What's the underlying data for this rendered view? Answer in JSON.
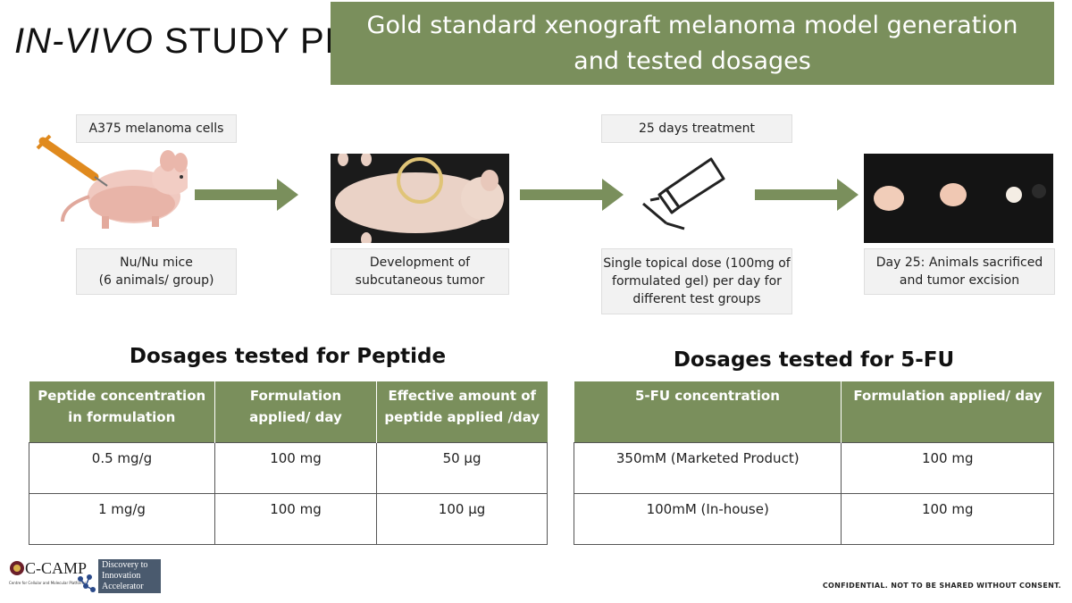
{
  "header": {
    "title_italic": "IN-VIVO",
    "title_rest": " STUDY PLAN",
    "banner_text": "Gold standard xenograft melanoma model generation and tested dosages"
  },
  "workflow": {
    "top_label_cells": "A375 melanoma cells",
    "top_label_treatment": "25 days treatment",
    "step1": "Nu/Nu mice\n(6 animals/ group)",
    "step2": "Development of subcutaneous tumor",
    "step3": "Single topical dose (100mg of formulated gel) per day for different test groups",
    "step4": "Day 25: Animals sacrificed and tumor excision"
  },
  "peptide_section": {
    "title": "Dosages tested for Peptide",
    "headers": [
      "Peptide concentration in formulation",
      "Formulation applied/ day",
      "Effective amount of peptide applied /day"
    ],
    "rows": [
      [
        "0.5 mg/g",
        "100 mg",
        "50 µg"
      ],
      [
        "1 mg/g",
        "100 mg",
        "100 µg"
      ]
    ]
  },
  "fu_section": {
    "title": "Dosages tested for 5-FU",
    "headers": [
      "5-FU  concentration",
      "Formulation  applied/ day"
    ],
    "rows": [
      [
        "350mM (Marketed Product)",
        "100 mg"
      ],
      [
        "100mM (In-house)",
        "100 mg"
      ]
    ]
  },
  "footer": {
    "logo_text": "C-CAMP",
    "logo_subtext": "Centre for Cellular and Molecular Platforms",
    "dia_line1": "Discovery to",
    "dia_line2": "Innovation",
    "dia_line3": "Accelerator",
    "confidential": "CONFIDENTIAL.  NOT TO BE SHARED  WITHOUT  CONSENT."
  },
  "colors": {
    "accent_green": "#7a8f5c",
    "label_box": "#f2f2f2"
  },
  "icons": [
    "syringe-icon",
    "mouse-image",
    "tumor-mouse-image",
    "gel-tube-icon",
    "excised-tumors-image",
    "ccamp-logo"
  ]
}
